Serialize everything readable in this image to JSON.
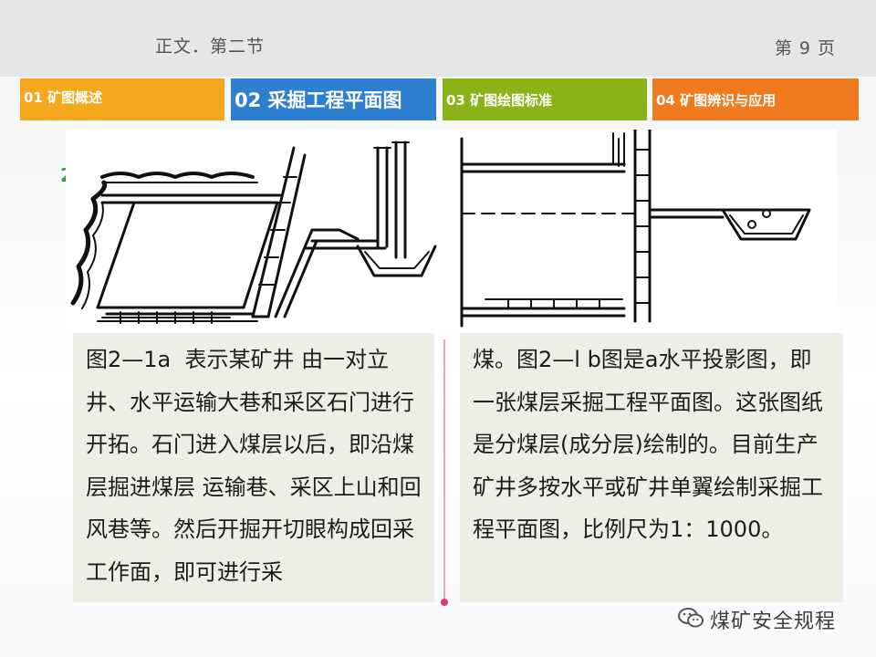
{
  "header": {
    "section_title": "正文．第二节",
    "page_number": "第 9 页"
  },
  "tabs": [
    {
      "label": "01 矿图概述",
      "color": "#f5a81c"
    },
    {
      "label": "02 采掘工程平面图",
      "color": "#2c7fd1"
    },
    {
      "label": "03 矿图绘图标准",
      "color": "#8ab317"
    },
    {
      "label": "04 矿图辨识与应用",
      "color": "#f07a1e"
    }
  ],
  "partial_heading": "2",
  "left_text": "图2—1a  表示某矿井 由一对立井、水平运输大巷和采区石门进行开拓。石门进入煤层以后，即沿煤层掘进煤层 运输巷、采区上山和回风巷等。然后开掘开切眼构成回采工作面，即可进行采",
  "right_text": "煤。图2—l b图是a水平投影图，即一张煤层采掘工程平面图。这张图纸是分煤层(成分层)绘制的。目前生产矿井多按水平或矿井单翼绘制采掘工程平面图，比例尺为1：1000。",
  "watermark": {
    "text": "煤矿安全规程",
    "icon": "wechat-icon"
  }
}
